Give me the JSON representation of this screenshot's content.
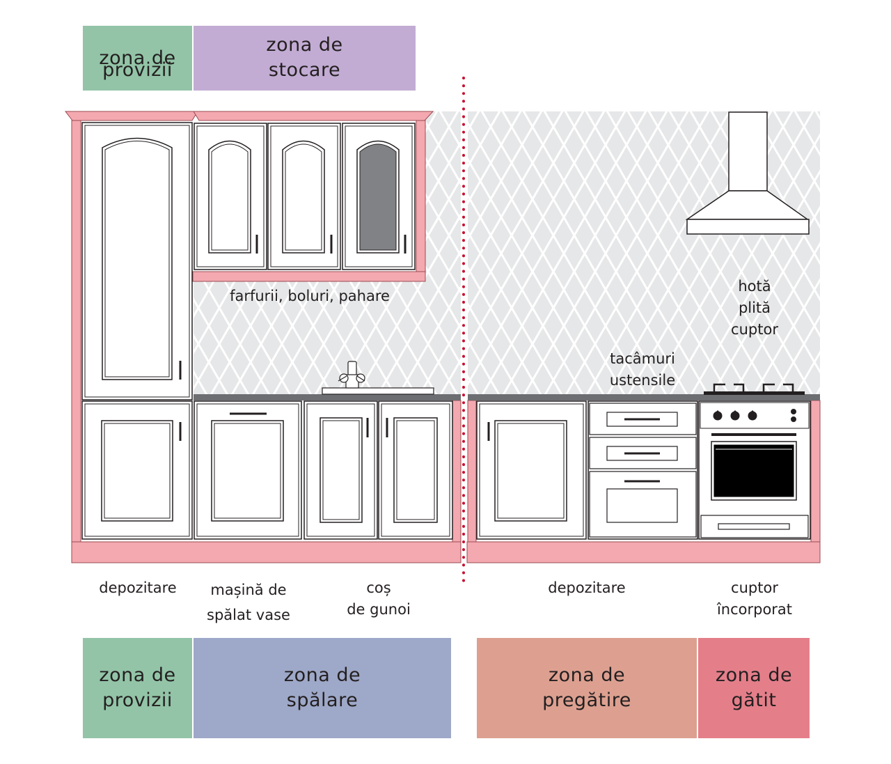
{
  "colors": {
    "provizii": "#93c4a7",
    "stocare": "#c2acd3",
    "spalare": "#9ea8c8",
    "pregatire": "#dda090",
    "gatit": "#e47f8a",
    "trim": "#f4a9b0",
    "countertop": "#6d6e71",
    "divider": "#c8102e",
    "wall_pattern": "#e6e7e8"
  },
  "top_zones": [
    {
      "key": "provizii",
      "line1": "zona de",
      "line2": "provizii"
    },
    {
      "key": "stocare",
      "line1": "zona de",
      "line2": "stocare"
    }
  ],
  "bottom_zones": [
    {
      "key": "provizii",
      "line1": "zona de",
      "line2": "provizii"
    },
    {
      "key": "spalare",
      "line1": "zona de",
      "line2": "spălare"
    },
    {
      "key": "pregatire",
      "line1": "zona de",
      "line2": "pregătire"
    },
    {
      "key": "gatit",
      "line1": "zona de",
      "line2": "gătit"
    }
  ],
  "labels": {
    "upper_cabinets": "farfurii, boluri, pahare",
    "cooking_top": "hotă\nplită\ncuptor",
    "drawers": "tacâmuri\nustensile",
    "base_left": "depozitare",
    "dishwasher": "mașină de\nspălat vase",
    "trash": "coș\nde gunoi",
    "base_right": "depozitare",
    "oven": "cuptor\nîncorporat"
  },
  "icons": [
    "faucet-icon",
    "sink-icon",
    "range-hood-icon",
    "stove-burners-icon",
    "oven-icon"
  ]
}
